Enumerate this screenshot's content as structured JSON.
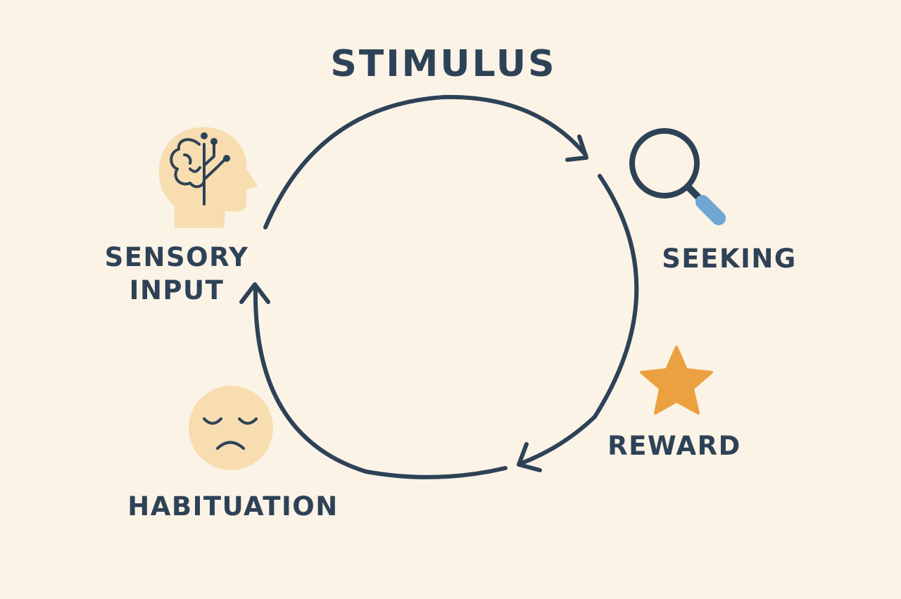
{
  "diagram": {
    "title": "STIMULUS",
    "stages": {
      "sensory_input": {
        "line1": "SENSORY",
        "line2": "INPUT",
        "icon": "head-brain-icon"
      },
      "seeking": {
        "label": "SEEKING",
        "icon": "magnifier-icon"
      },
      "reward": {
        "label": "REWARD",
        "icon": "star-icon"
      },
      "habituation": {
        "label": "HABITUATION",
        "icon": "sad-face-icon"
      }
    },
    "colors": {
      "background": "#FBF3E6",
      "ink": "#2E4257",
      "icon_fill": "#F7DDB0",
      "star": "#EBA13F",
      "magnifier_handle": "#6FA6D3"
    }
  }
}
